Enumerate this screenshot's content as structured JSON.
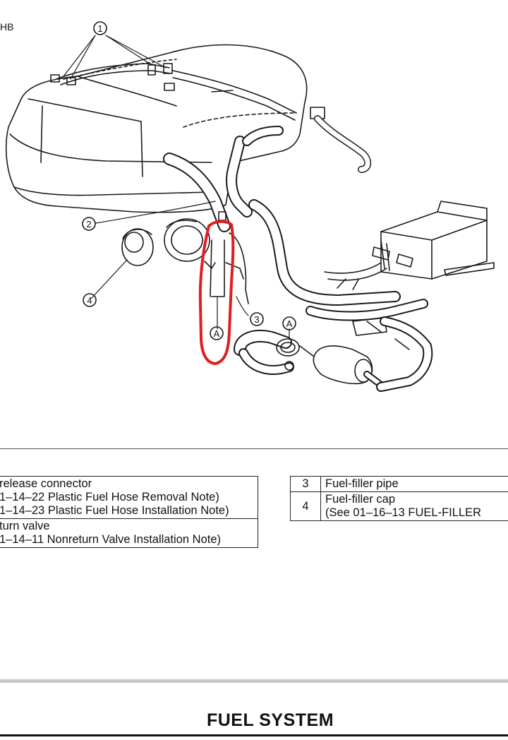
{
  "page_code": "HB",
  "callouts": {
    "c1": "1",
    "c2": "2",
    "c3": "3",
    "c4": "4",
    "detail_a_top": "A",
    "detail_a_marked": "A"
  },
  "colors": {
    "line": "#1a1a1a",
    "highlight": "#e01e1e"
  },
  "parts_left": [
    {
      "line1": "release connector",
      "line2": "1–14–22 Plastic Fuel Hose Removal Note)",
      "line3": "1–14–23 Plastic Fuel Hose Installation Note)"
    },
    {
      "line1": "turn valve",
      "line2": "1–14–11 Nonreturn Valve Installation Note)"
    }
  ],
  "parts_right": [
    {
      "num": "3",
      "line1": "Fuel-filler pipe"
    },
    {
      "num": "4",
      "line1": "Fuel-filler cap",
      "line2": "(See 01–16–13 FUEL-FILLER"
    }
  ],
  "footer": {
    "title": "FUEL SYSTEM"
  }
}
